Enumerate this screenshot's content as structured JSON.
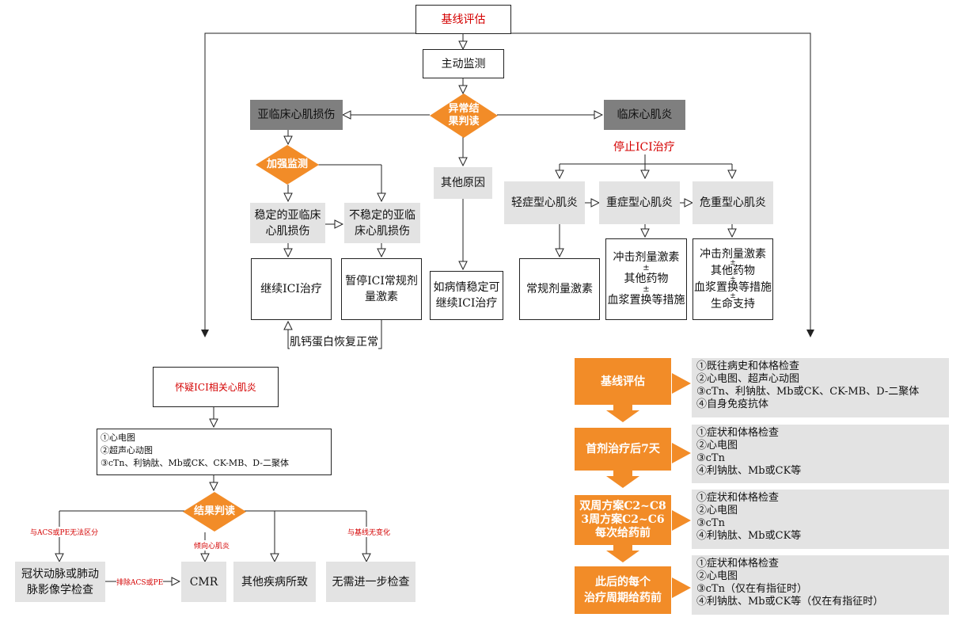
{
  "top": {
    "baseline": "基线评估",
    "monitor": "主动监测",
    "abnormal": "异常结果判读",
    "subclinical": "亚临床心肌损伤",
    "clinical": "临床心肌炎",
    "stop_ici": "停止ICI治疗",
    "other_cause": "其他原因",
    "if_stable": "如病情稳定可继续ICI治疗",
    "enhance": "加强监测",
    "stable_sub": "稳定的亚临床心肌损伤",
    "unstable_sub": "不稳定的亚临床心肌损伤",
    "continue_ici": "继续ICI治疗",
    "pause_ici": "暂停ICI常规剂量激素",
    "troponin_normal": "肌钙蛋白恢复正常",
    "mild": "轻症型心肌炎",
    "severe": "重症型心肌炎",
    "critical": "危重型心肌炎",
    "routine_steroid": "常规剂量激素",
    "severe_tx": [
      "冲击剂量激素",
      "±",
      "其他药物",
      "±",
      "血浆置换等措施"
    ],
    "critical_tx": [
      "冲击剂量激素",
      "±",
      "其他药物",
      "±",
      "血浆置换等措施",
      "±",
      "生命支持"
    ]
  },
  "left": {
    "suspect": "怀疑ICI相关心肌炎",
    "tests": [
      "①心电图",
      "②超声心动图",
      "③cTn、利钠肽、Mb或CK、CK-MB、D-二聚体"
    ],
    "judge": "结果判读",
    "label_no_diff": "与ACS或PE无法区分",
    "label_myo": "倾向心肌炎",
    "label_no_change": "与基线无变化",
    "label_exclude": "排除ACS或PE",
    "coronary": "冠状动脉或肺动脉影像学检查",
    "cmr": "CMR",
    "other_disease": "其他疾病所致",
    "no_further": "无需进一步检查"
  },
  "right": {
    "steps": [
      {
        "title": [
          "基线评估"
        ],
        "items": [
          "①既往病史和体格检查",
          "②心电图、超声心动图",
          "③cTn、利钠肽、Mb或CK、CK-MB、D-二聚体",
          "④自身免疫抗体"
        ]
      },
      {
        "title": [
          "首剂治疗后7天"
        ],
        "items": [
          "①症状和体格检查",
          "②心电图",
          "③cTn",
          "④利钠肽、Mb或CK等"
        ]
      },
      {
        "title": [
          "双周方案C2~C8",
          "3周方案C2~C6",
          "每次给药前"
        ],
        "items": [
          "①症状和体格检查",
          "②心电图",
          "③cTn",
          "④利钠肽、Mb或CK等"
        ]
      },
      {
        "title": [
          "此后的每个",
          "治疗周期给药前"
        ],
        "items": [
          "①症状和体格检查",
          "②心电图",
          "③cTn（仅在有指征时）",
          "④利钠肽、Mb或CK等（仅在有指征时）"
        ]
      }
    ]
  },
  "colors": {
    "orange": "#f28c28",
    "red": "#d40000",
    "dark_gray": "#7f7f7f",
    "light_gray": "#e3e3e3"
  }
}
